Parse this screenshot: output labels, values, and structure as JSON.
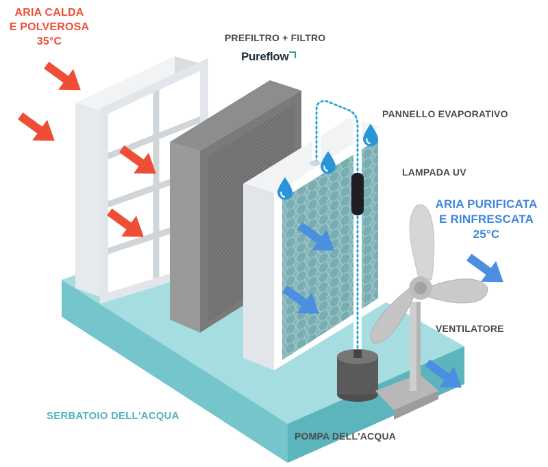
{
  "labels": {
    "hot_air": [
      "ARIA CALDA",
      "E POLVEROSA",
      "35°C"
    ],
    "filter_title": "PREFILTRO + FILTRO",
    "brand": "Pureflow",
    "evaporative_panel": "PANNELLO EVAPORATIVO",
    "uv_lamp": "LAMPADA UV",
    "clean_air": [
      "ARIA PURIFICATA",
      "E RINFRESCATA",
      "25°C"
    ],
    "fan": "VENTILATORE",
    "water_tank": "SERBATOIO DELL'ACQUA",
    "water_pump": "POMPA DELL'ACQUA"
  },
  "colors": {
    "hot_arrow": "#ee4e36",
    "cool_arrow": "#4a8fe0",
    "water_tank": "#7ccdd3",
    "panel_mesh": "#7fb3b6",
    "droplet": "#2a94d9",
    "fan": "#d4d4d4"
  },
  "icons": [
    "water-droplet-icon",
    "red-arrow-icon",
    "blue-arrow-icon",
    "fan-blade-icon",
    "pureflow-logo-icon"
  ]
}
